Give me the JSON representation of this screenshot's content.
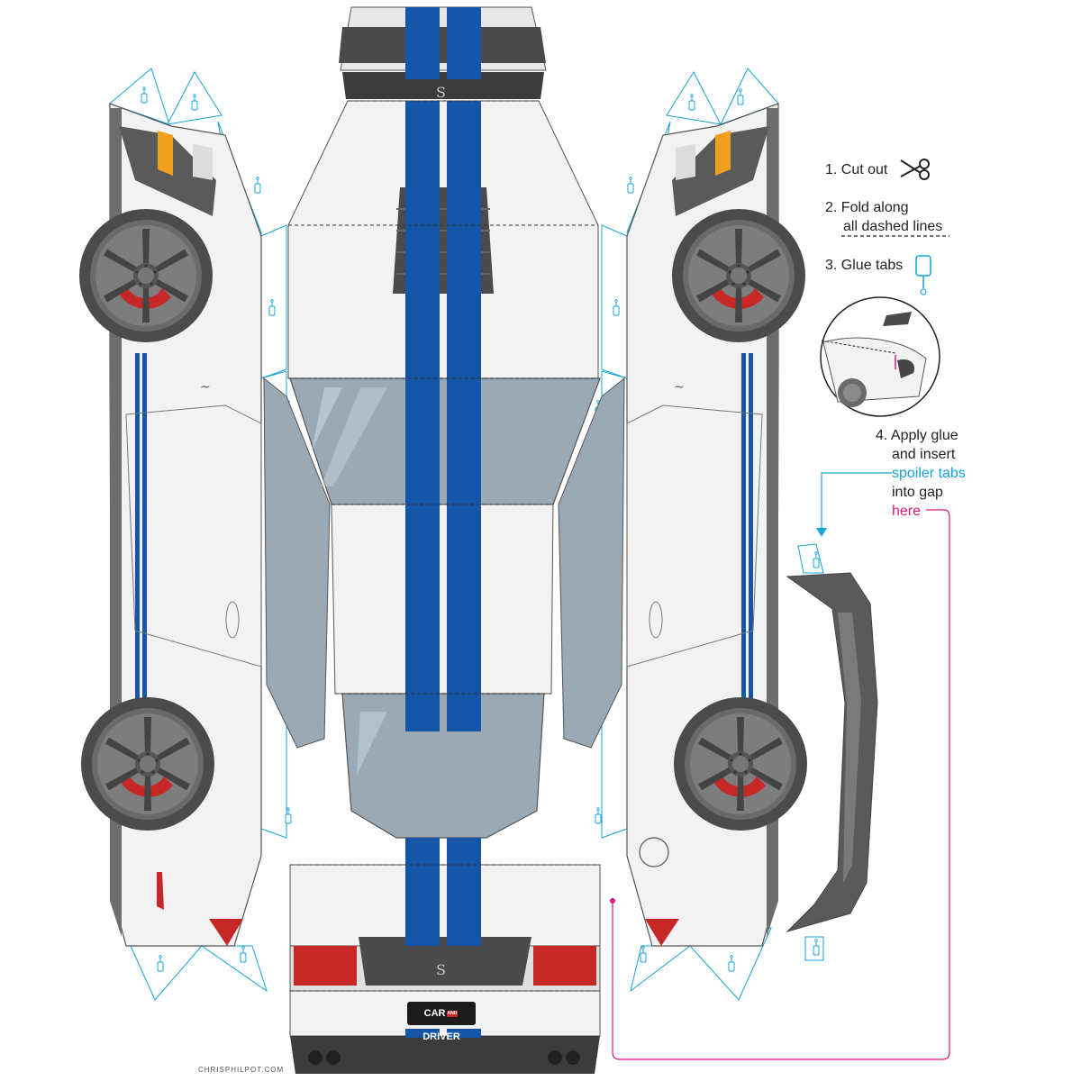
{
  "instructions": {
    "step1": "1. Cut out",
    "step2_line1": "2. Fold along",
    "step2_line2": "all dashed lines",
    "step3": "3. Glue tabs",
    "step4_line1": "4. Apply glue",
    "step4_line2": "and insert",
    "step4_line3": "spoiler tabs",
    "step4_line4": "into gap",
    "step4_line5": "here"
  },
  "logo": {
    "left": "CAR",
    "middle": "AND",
    "right": "DRIVER"
  },
  "credit": "CHRISPHILPOT.COM",
  "colors": {
    "body": "#f2f2f2",
    "stripe": "#1556a8",
    "glass": "#9aa9b4",
    "tab_outline": "#14a4d8",
    "accent_pink": "#e0187a",
    "tire": "#555555",
    "brake": "#c62828"
  },
  "icons": [
    "scissors-icon",
    "glue-bottle-icon",
    "logo-snake-icon"
  ]
}
